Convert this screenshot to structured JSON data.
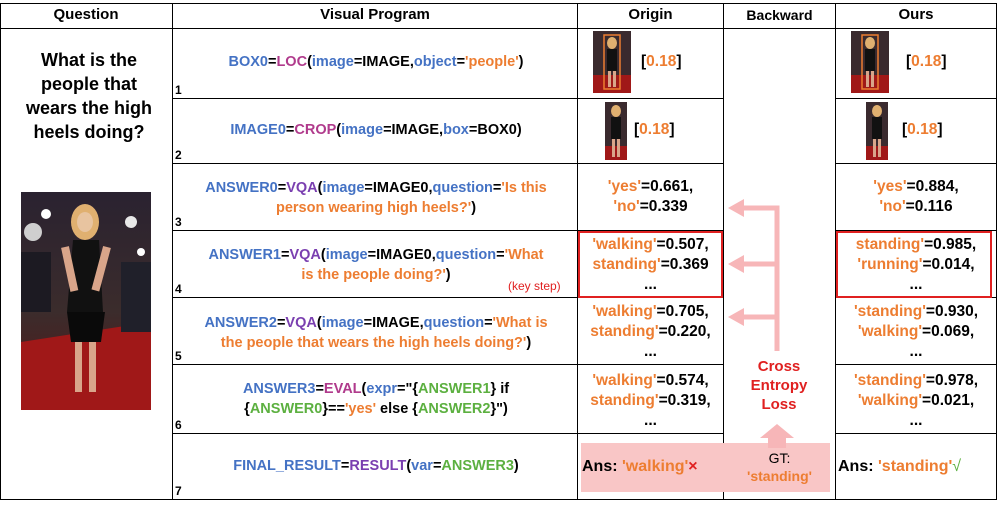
{
  "headers": {
    "question": "Question",
    "program": "Visual Program",
    "origin": "Origin",
    "backward": "Backward",
    "ours": "Ours"
  },
  "question": {
    "line1": "What is the",
    "line2": "people that",
    "line3": "wears the high",
    "line4": "heels doing?"
  },
  "steps": [
    {
      "num": "1",
      "parts": [
        [
          "BOX0",
          "b"
        ],
        [
          "=",
          "k"
        ],
        [
          "LOC",
          "r"
        ],
        [
          "(",
          "k"
        ],
        [
          "image",
          "b"
        ],
        [
          "=IMAGE,",
          "k"
        ],
        [
          "object",
          "b"
        ],
        [
          "=",
          "k"
        ],
        [
          "'people'",
          "o"
        ],
        [
          ")",
          "k"
        ]
      ]
    },
    {
      "num": "2",
      "parts": [
        [
          "IMAGE0",
          "b"
        ],
        [
          "=",
          "k"
        ],
        [
          "CROP",
          "r"
        ],
        [
          "(",
          "k"
        ],
        [
          "image",
          "b"
        ],
        [
          "=IMAGE,",
          "k"
        ],
        [
          "box",
          "b"
        ],
        [
          "=BOX0)",
          "k"
        ]
      ]
    },
    {
      "num": "3",
      "line1": [
        [
          "ANSWER0",
          "b"
        ],
        [
          "=",
          "k"
        ],
        [
          "VQA",
          "p"
        ],
        [
          "(",
          "k"
        ],
        [
          "image",
          "b"
        ],
        [
          "=IMAGE0,",
          "k"
        ],
        [
          "question",
          "b"
        ],
        [
          "=",
          "k"
        ],
        [
          "'Is this",
          "o"
        ]
      ],
      "line2": [
        [
          "person wearing high heels?'",
          "o"
        ],
        [
          ")",
          "k"
        ]
      ]
    },
    {
      "num": "4",
      "line1": [
        [
          "ANSWER1",
          "b"
        ],
        [
          "=",
          "k"
        ],
        [
          "VQA",
          "p"
        ],
        [
          "(",
          "k"
        ],
        [
          "image",
          "b"
        ],
        [
          "=IMAGE0,",
          "k"
        ],
        [
          "question",
          "b"
        ],
        [
          "=",
          "k"
        ],
        [
          "'What",
          "o"
        ]
      ],
      "line2": [
        [
          "is the people doing?'",
          "o"
        ],
        [
          ")",
          "k"
        ]
      ]
    },
    {
      "num": "5",
      "line1": [
        [
          "ANSWER2",
          "b"
        ],
        [
          "=",
          "k"
        ],
        [
          "VQA",
          "p"
        ],
        [
          "(",
          "k"
        ],
        [
          "image",
          "b"
        ],
        [
          "=IMAGE,",
          "k"
        ],
        [
          "question",
          "b"
        ],
        [
          "=",
          "k"
        ],
        [
          "'What is",
          "o"
        ]
      ],
      "line2": [
        [
          "the people that wears the high heels doing?'",
          "o"
        ],
        [
          ")",
          "k"
        ]
      ]
    },
    {
      "num": "6",
      "line1": [
        [
          "ANSWER3",
          "b"
        ],
        [
          "=",
          "k"
        ],
        [
          "EVAL",
          "r"
        ],
        [
          "(",
          "k"
        ],
        [
          "expr",
          "b"
        ],
        [
          "=\"{",
          "k"
        ],
        [
          "ANSWER1",
          "g"
        ],
        [
          "} if",
          "k"
        ]
      ],
      "line2": [
        [
          "{",
          "k"
        ],
        [
          "ANSWER0",
          "g"
        ],
        [
          "}==",
          "k"
        ],
        [
          "'yes'",
          "o"
        ],
        [
          " else {",
          "k"
        ],
        [
          "ANSWER2",
          "g"
        ],
        [
          "}\")",
          "k"
        ]
      ]
    },
    {
      "num": "7",
      "parts": [
        [
          "FINAL_RESULT",
          "b"
        ],
        [
          "=",
          "k"
        ],
        [
          "RESULT",
          "p"
        ],
        [
          "(",
          "k"
        ],
        [
          "var",
          "b"
        ],
        [
          "=",
          "k"
        ],
        [
          "ANSWER3",
          "g"
        ],
        [
          ")",
          "k"
        ]
      ]
    }
  ],
  "key_step": "(key step)",
  "origin": {
    "box_score": "0.18",
    "crop_score": "0.18",
    "a0": [
      [
        "'yes'",
        "=0.661,"
      ],
      [
        "'no'",
        "=0.339"
      ]
    ],
    "a1": [
      [
        "'walking'",
        "=0.507,"
      ],
      [
        "standing'",
        "=0.369"
      ]
    ],
    "a2": [
      [
        "'walking'",
        "=0.705,"
      ],
      [
        "standing'",
        "=0.220,"
      ]
    ],
    "a3": [
      [
        "'walking'",
        "=0.574,"
      ],
      [
        "standing'",
        "=0.319,"
      ]
    ],
    "ellipsis": "...",
    "ans_label": "Ans: ",
    "ans_value": "'walking'",
    "ans_mark": "×"
  },
  "backward": {
    "loss_l1": "Cross",
    "loss_l2": "Entropy",
    "loss_l3": "Loss",
    "gt_label": "GT:",
    "gt_value": "'standing'"
  },
  "ours": {
    "box_score": "0.18",
    "crop_score": "0.18",
    "a0": [
      [
        "'yes'",
        "=0.884,"
      ],
      [
        "'no'",
        "=0.116"
      ]
    ],
    "a1": [
      [
        "standing'",
        "=0.985,"
      ],
      [
        "'running'",
        "=0.014,"
      ]
    ],
    "a2": [
      [
        "'standing'",
        "=0.930,"
      ],
      [
        "'walking'",
        "=0.069,"
      ]
    ],
    "a3": [
      [
        "'standing'",
        "=0.978,"
      ],
      [
        "'walking'",
        "=0.021,"
      ]
    ],
    "ellipsis": "...",
    "ans_label": "Ans: ",
    "ans_value": "'standing'",
    "ans_mark": "√"
  },
  "colors": {
    "blue": "#4472c4",
    "orange": "#ed7d31",
    "green": "#5cb040",
    "purple": "#7a3fb0",
    "red": "#e02020",
    "pink": "#f9c6c6"
  }
}
